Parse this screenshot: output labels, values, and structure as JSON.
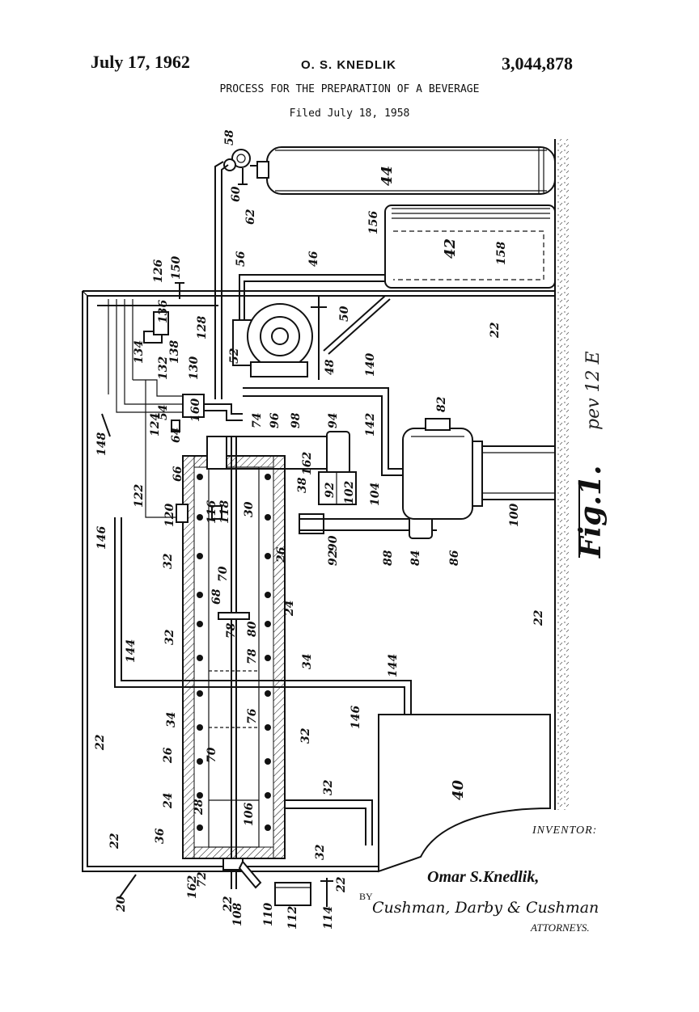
{
  "header": {
    "date": "July 17, 1962",
    "inventor_name": "O. S. KNEDLIK",
    "patent_number": "3,044,878",
    "title": "PROCESS FOR THE PREPARATION OF A BEVERAGE",
    "filed": "Filed July 18, 1958"
  },
  "figure": {
    "label": "Fig.1.",
    "handwritten_note": "pev 12 E",
    "reference_numerals": [
      "20",
      "22",
      "24",
      "26",
      "28",
      "30",
      "32",
      "34",
      "36",
      "38",
      "40",
      "42",
      "44",
      "46",
      "48",
      "50",
      "52",
      "54",
      "56",
      "58",
      "60",
      "62",
      "64",
      "66",
      "68",
      "70",
      "72",
      "74",
      "76",
      "78",
      "80",
      "82",
      "84",
      "86",
      "88",
      "90",
      "92",
      "94",
      "96",
      "98",
      "100",
      "102",
      "104",
      "106",
      "108",
      "110",
      "112",
      "114",
      "116",
      "118",
      "120",
      "122",
      "124",
      "126",
      "128",
      "130",
      "132",
      "134",
      "136",
      "138",
      "140",
      "142",
      "144",
      "146",
      "148",
      "150",
      "156",
      "158",
      "160",
      "162"
    ]
  },
  "signature_block": {
    "inventor_label": "INVENTOR:",
    "inventor": "Omar S.Knedlik,",
    "by": "BY",
    "attorneys_signature": "Cushman, Darby & Cushman",
    "attorneys_label": "ATTORNEYS."
  }
}
